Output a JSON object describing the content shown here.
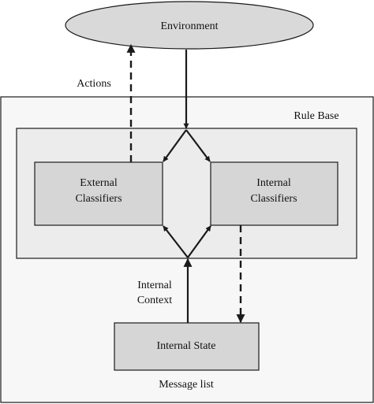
{
  "nodes": {
    "environment": "Environment",
    "rule_base": "Rule Base",
    "external_classifiers": [
      "External",
      "Classifiers"
    ],
    "internal_classifiers": [
      "Internal",
      "Classifiers"
    ],
    "internal_state": "Internal State",
    "message_list": "Message list"
  },
  "edges": {
    "actions": "Actions",
    "internal_context": [
      "Internal",
      "Context"
    ]
  },
  "colors": {
    "environment_fill": "#d9d9d9",
    "outer_fill": "#f7f7f7",
    "rule_base_fill": "#ececec",
    "classifier_fill": "#d6d6d6",
    "state_fill": "#d6d6d6",
    "stroke": "#1a1a1a"
  }
}
